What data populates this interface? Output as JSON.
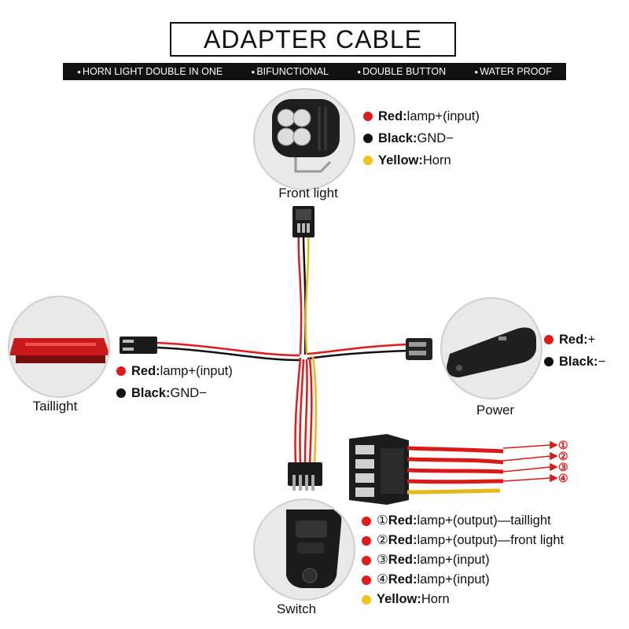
{
  "title": "ADAPTER CABLE",
  "features": [
    "HORN LIGHT DOUBLE IN ONE",
    "BIFUNCTIONAL",
    "DOUBLE BUTTON",
    "WATER PROOF"
  ],
  "colors": {
    "red": "#e01b1b",
    "black": "#111111",
    "yellow": "#f2c21b"
  },
  "front_light": {
    "caption": "Front light",
    "legend": [
      {
        "color": "red",
        "name": "Red:",
        "desc": "lamp+(input)"
      },
      {
        "color": "black",
        "name": "Black:",
        "desc": "GND−"
      },
      {
        "color": "yellow",
        "name": "Yellow:",
        "desc": "Horn"
      }
    ]
  },
  "taillight": {
    "caption": "Taillight",
    "legend": [
      {
        "color": "red",
        "name": "Red:",
        "desc": "lamp+(input)"
      },
      {
        "color": "black",
        "name": "Black:",
        "desc": "GND−"
      }
    ]
  },
  "power": {
    "caption": "Power",
    "legend": [
      {
        "color": "red",
        "name": "Red:",
        "desc": "+"
      },
      {
        "color": "black",
        "name": "Black:",
        "desc": "−"
      }
    ]
  },
  "switch": {
    "caption": "Switch",
    "legend": [
      {
        "color": "red",
        "num": "①",
        "name": "Red:",
        "desc": "lamp+(output)—taillight"
      },
      {
        "color": "red",
        "num": "②",
        "name": "Red:",
        "desc": "lamp+(output)—front light"
      },
      {
        "color": "red",
        "num": "③",
        "name": "Red:",
        "desc": "lamp+(input)"
      },
      {
        "color": "red",
        "num": "④",
        "name": "Red:",
        "desc": "lamp+(input)"
      },
      {
        "color": "yellow",
        "num": "",
        "name": "Yellow:",
        "desc": "Horn"
      }
    ],
    "pin_labels": [
      "①",
      "②",
      "③",
      "④"
    ]
  }
}
